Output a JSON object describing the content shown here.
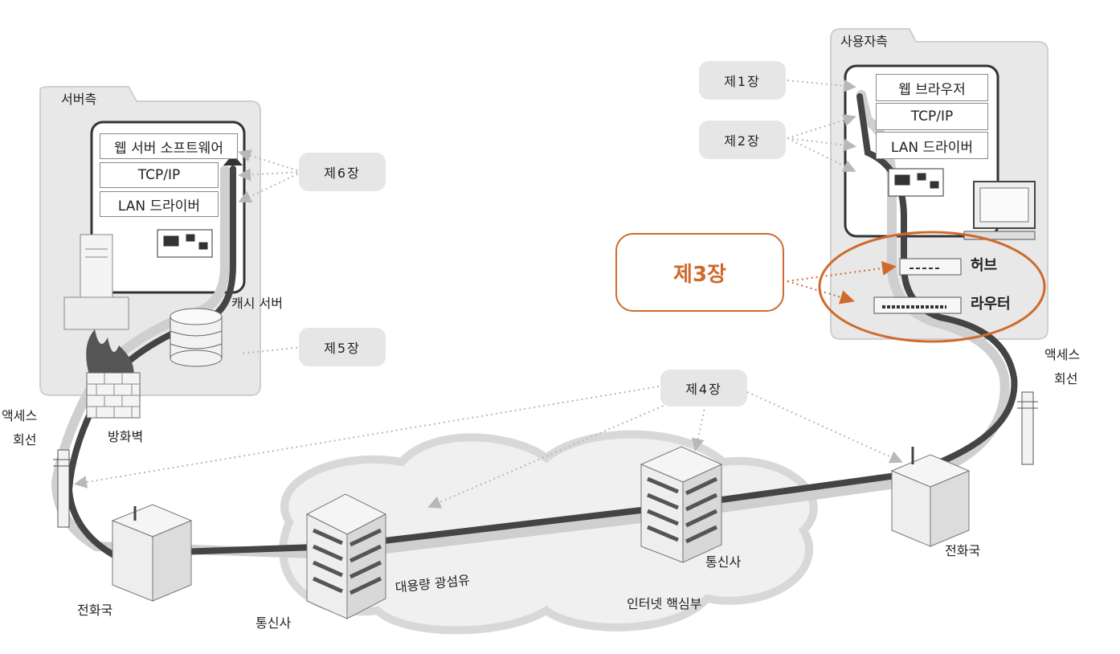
{
  "server_side": {
    "title": "서버측",
    "stack": [
      "웹 서버 소프트웨어",
      "TCP/IP",
      "LAN 드라이버"
    ],
    "cache_server": "캐시 서버",
    "firewall": "방화벽"
  },
  "user_side": {
    "title": "사용자측",
    "stack": [
      "웹 브라우저",
      "TCP/IP",
      "LAN 드라이버"
    ],
    "hub": "허브",
    "router": "라우터"
  },
  "chapters": {
    "ch1": "제1장",
    "ch2": "제2장",
    "ch3": "제3장",
    "ch4": "제4장",
    "ch5": "제5장",
    "ch6": "제6장"
  },
  "network": {
    "access_line_left": [
      "액세스",
      "회선"
    ],
    "access_line_right": [
      "액세스",
      "회선"
    ],
    "phone_office_left": "전화국",
    "phone_office_right": "전화국",
    "carrier_left": "통신사",
    "carrier_right": "통신사",
    "fiber": "대용량 광섬유",
    "core": "인터넷 핵심부"
  },
  "colors": {
    "accent": "#d06a2c",
    "panel": "#e8e8e8",
    "cable_dark": "#444444",
    "cable_light": "#cfcfcf"
  }
}
